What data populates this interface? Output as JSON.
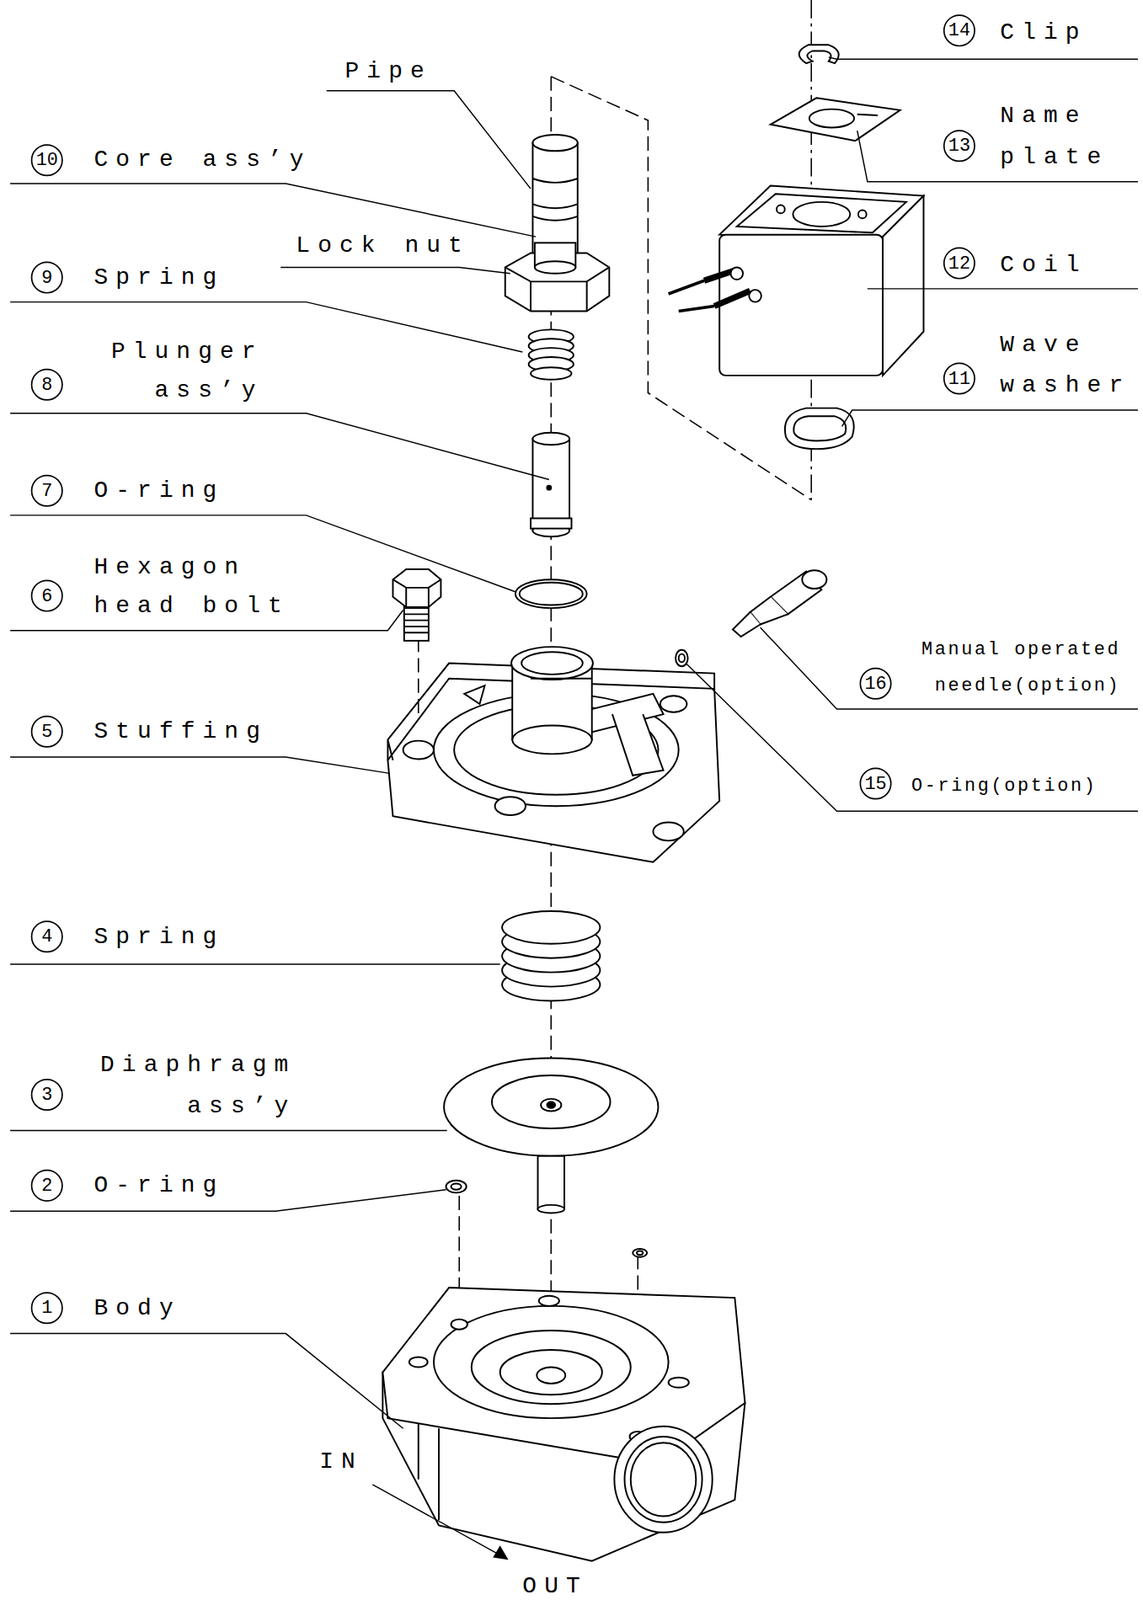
{
  "diagram": {
    "labels": [
      "Pipe",
      "10",
      "Core ass’y",
      "Lock nut",
      "9",
      "Spring",
      "Plunger ass’y",
      "8",
      "7",
      "O-ring",
      "6",
      "Hexagon head bolt",
      "5",
      "Stuffing",
      "4",
      "Spring",
      "3",
      "Diaphragm ass’y",
      "2",
      "O-ring",
      "1",
      "Body",
      "IN",
      "OUT",
      "14",
      "Clip",
      "13",
      "Name plate",
      "12",
      "Coil",
      "11",
      "Wave washer",
      "16",
      "Manual operated needle(option)",
      "15",
      "O-ring(option)"
    ]
  }
}
